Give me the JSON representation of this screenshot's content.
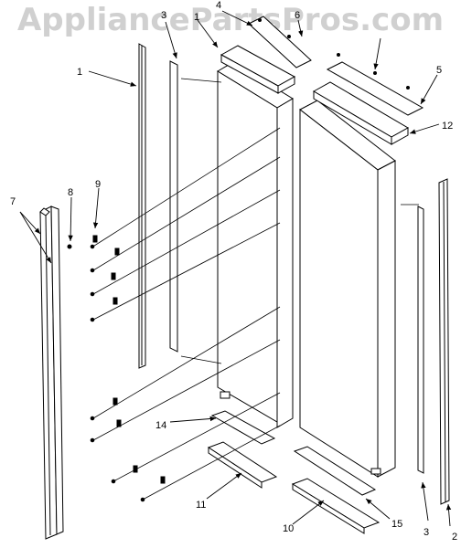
{
  "watermark": "AppliancePartsPros.com",
  "callouts": [
    {
      "id": "1a",
      "text": "1"
    },
    {
      "id": "1b",
      "text": "1"
    },
    {
      "id": "2",
      "text": "2"
    },
    {
      "id": "3a",
      "text": "3"
    },
    {
      "id": "3b",
      "text": "3"
    },
    {
      "id": "4",
      "text": "4"
    },
    {
      "id": "5",
      "text": "5"
    },
    {
      "id": "6",
      "text": "6"
    },
    {
      "id": "7",
      "text": "7"
    },
    {
      "id": "8",
      "text": "8"
    },
    {
      "id": "9",
      "text": "9"
    },
    {
      "id": "10",
      "text": "10"
    },
    {
      "id": "11",
      "text": "11"
    },
    {
      "id": "12",
      "text": "12"
    },
    {
      "id": "14",
      "text": "14"
    },
    {
      "id": "15",
      "text": "15"
    }
  ]
}
